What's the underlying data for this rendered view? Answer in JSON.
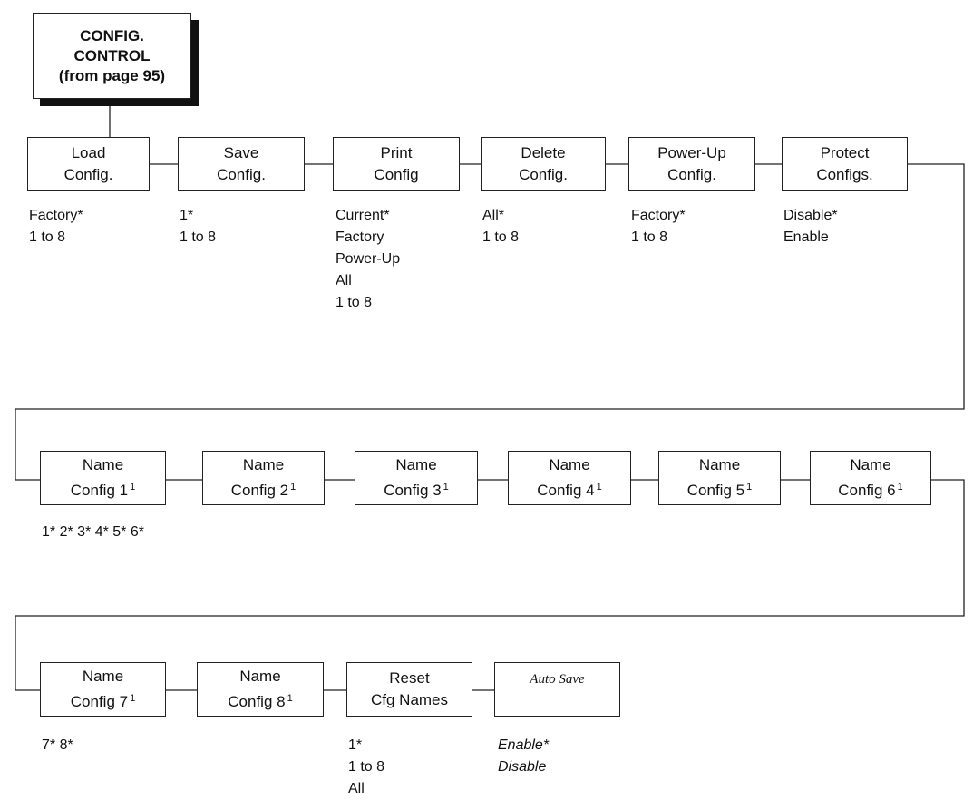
{
  "title": [
    "CONFIG.",
    "CONTROL",
    "(from page 95)"
  ],
  "row1": [
    {
      "lines": [
        "Load",
        "Config."
      ],
      "options": [
        "Factory*",
        "1 to 8"
      ]
    },
    {
      "lines": [
        "Save",
        "Config."
      ],
      "options": [
        "1*",
        "1 to 8"
      ]
    },
    {
      "lines": [
        "Print",
        "Config"
      ],
      "options": [
        "Current*",
        "Factory",
        "Power-Up",
        "All",
        "1 to 8"
      ]
    },
    {
      "lines": [
        "Delete",
        "Config."
      ],
      "options": [
        "All*",
        "1 to 8"
      ]
    },
    {
      "lines": [
        "Power-Up",
        "Config."
      ],
      "options": [
        "Factory*",
        "1 to 8"
      ]
    },
    {
      "lines": [
        "Protect",
        "Configs."
      ],
      "options": [
        "Disable*",
        "Enable"
      ]
    }
  ],
  "row2": [
    {
      "lines": [
        "Name",
        "Config 1"
      ],
      "sup": "1"
    },
    {
      "lines": [
        "Name",
        "Config 2"
      ],
      "sup": "1"
    },
    {
      "lines": [
        "Name",
        "Config 3"
      ],
      "sup": "1"
    },
    {
      "lines": [
        "Name",
        "Config 4"
      ],
      "sup": "1"
    },
    {
      "lines": [
        "Name",
        "Config 5"
      ],
      "sup": "1"
    },
    {
      "lines": [
        "Name",
        "Config 6"
      ],
      "sup": "1"
    }
  ],
  "row2_options": "1* 2* 3* 4* 5* 6*",
  "row3": [
    {
      "lines": [
        "Name",
        "Config 7"
      ],
      "sup": "1",
      "options": [
        "7* 8*"
      ]
    },
    {
      "lines": [
        "Name",
        "Config 8"
      ],
      "sup": "1",
      "options": []
    },
    {
      "lines": [
        "Reset",
        "Cfg Names"
      ],
      "options": [
        "1*",
        "1 to 8",
        "All"
      ]
    },
    {
      "lines": [
        "Auto Save"
      ],
      "italic": true,
      "options": [
        "Enable*",
        "Disable"
      ]
    }
  ]
}
